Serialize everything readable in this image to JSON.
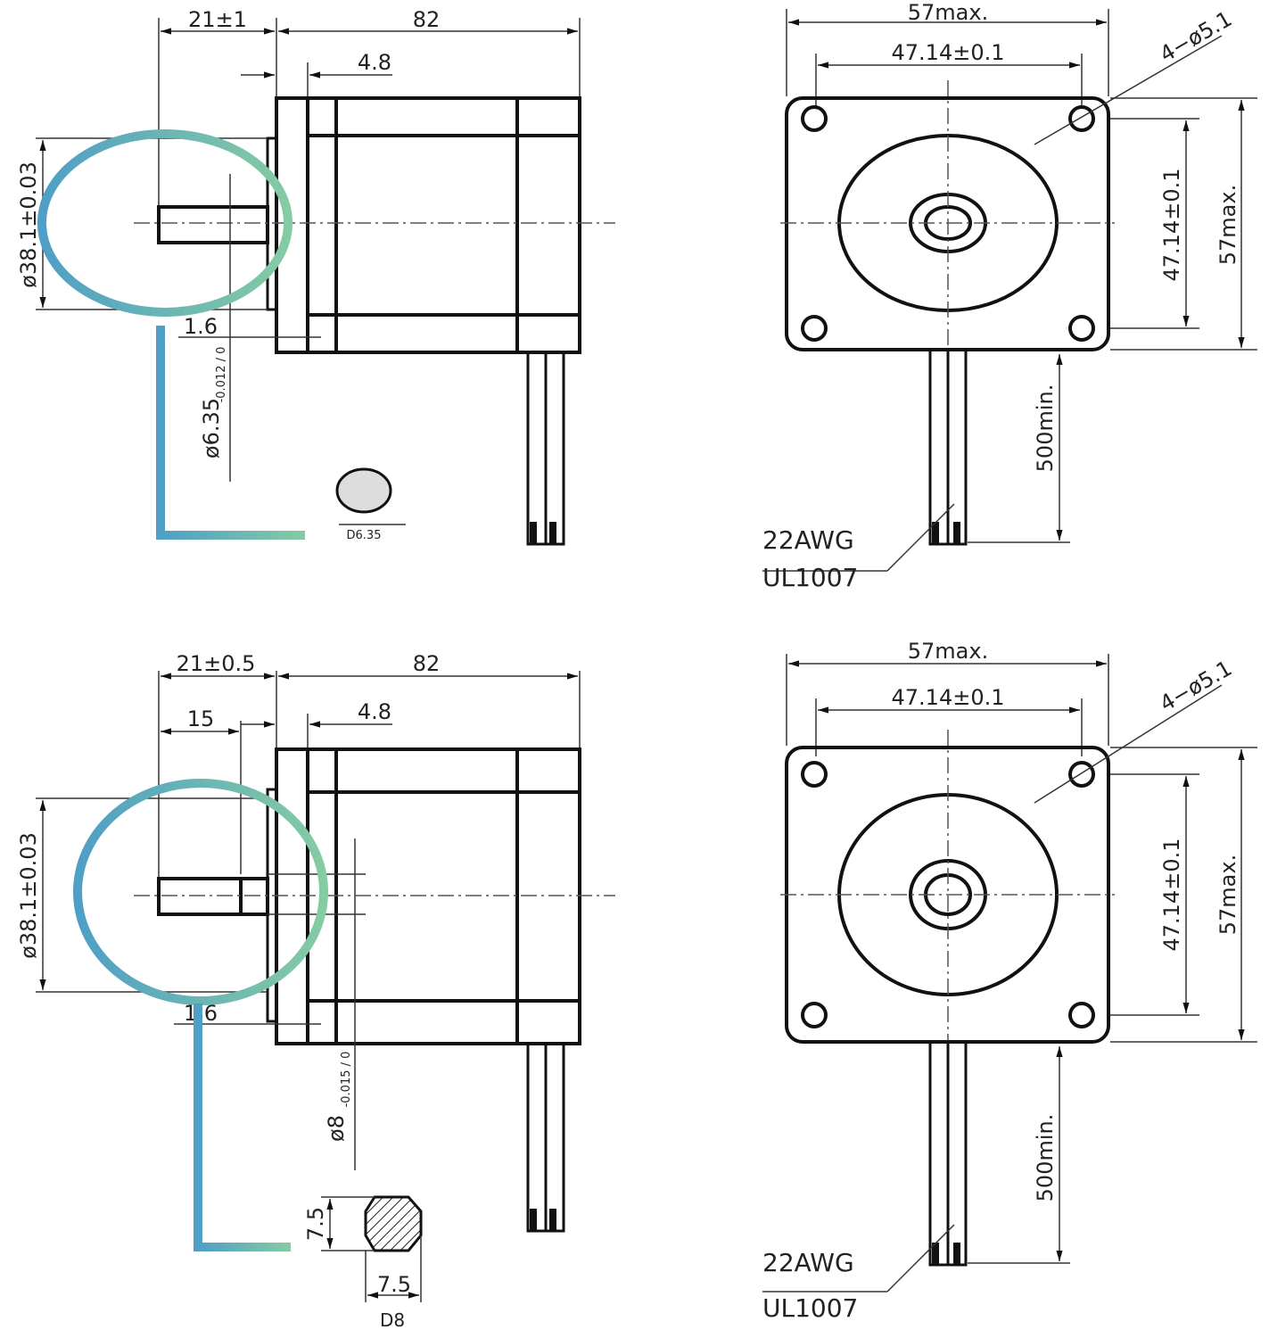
{
  "colors": {
    "highlight_teal": "#5fb0c4",
    "highlight_green": "#7cc6a8",
    "line": "#111111"
  },
  "top": {
    "side": {
      "shaft_length": "21±1",
      "body_length": "82",
      "flange": "4.8",
      "pilot_dia": "ø38.1±0.03",
      "pilot_height": "1.6",
      "shaft_dia": "ø6.35",
      "shaft_tol_upper": "0",
      "shaft_tol_lower": "-0.012",
      "section_label": "D6.35"
    },
    "front": {
      "width": "57max.",
      "hole_spacing": "47.14±0.1",
      "holes": "4−ø5.1",
      "hole_spacing_v": "47.14±0.1",
      "height": "57max.",
      "lead_length": "500min.",
      "wire_gauge": "22AWG",
      "wire_type": "UL1007"
    }
  },
  "bottom": {
    "side": {
      "shaft_length": "21±0.5",
      "flat_length": "15",
      "body_length": "82",
      "flange": "4.8",
      "pilot_dia": "ø38.1±0.03",
      "pilot_height": "1.6",
      "shaft_dia": "ø8",
      "shaft_tol_upper": "0",
      "shaft_tol_lower": "-0.015",
      "flat_v": "7.5",
      "flat_h": "7.5",
      "section_label": "D8"
    },
    "front": {
      "width": "57max.",
      "hole_spacing": "47.14±0.1",
      "holes": "4−ø5.1",
      "hole_spacing_v": "47.14±0.1",
      "height": "57max.",
      "lead_length": "500min.",
      "wire_gauge": "22AWG",
      "wire_type": "UL1007"
    }
  }
}
